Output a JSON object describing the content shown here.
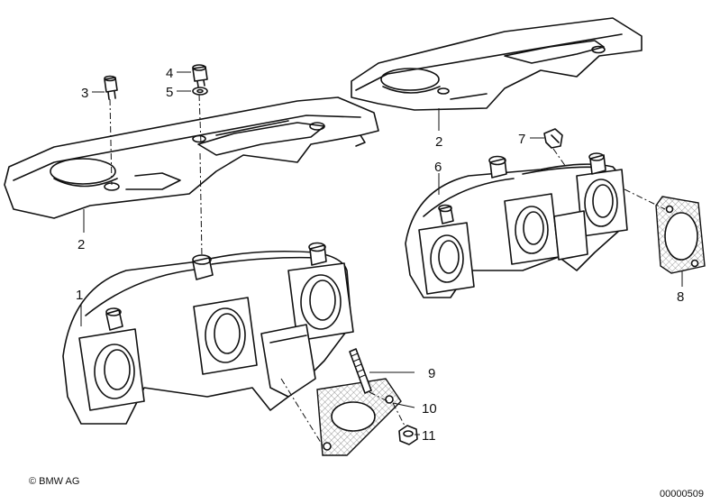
{
  "callouts": {
    "c1": "1",
    "c2_left": "2",
    "c2_right": "2",
    "c3": "3",
    "c4": "4",
    "c5": "5",
    "c6": "6",
    "c7": "7",
    "c8": "8",
    "c9": "9",
    "c10": "10",
    "c11": "11"
  },
  "footer": {
    "copyright": "© BMW AG",
    "doc_number": "00000509"
  }
}
